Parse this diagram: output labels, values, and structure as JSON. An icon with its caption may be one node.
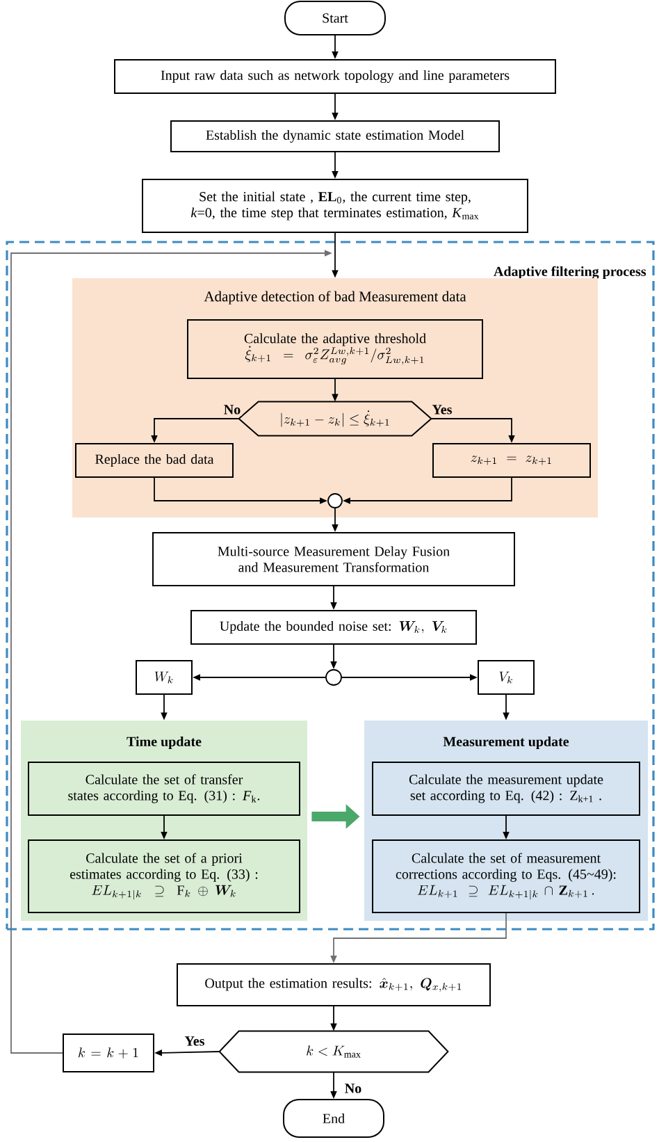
{
  "diagram": {
    "nodes": [
      {
        "text": [
          "Start"
        ]
      },
      {
        "text": [
          "Input raw data such as network topology and line parameters"
        ]
      },
      {
        "text": [
          "Establish the dynamic state estimation Model"
        ]
      },
      {
        "text": [
          "Set the initial state , **EL**$_{0}$, the current time step, *k*=0, the time step that terminates estimation, *K*$_{max}$"
        ]
      },
      {
        "text": [
          "Adaptive filtering process"
        ]
      },
      {
        "text": [
          "Adaptive detection of bad Measurement data"
        ],
        "in": 4
      },
      {
        "text": [
          "Calculate the adaptive threshold",
          "\\dot{\\xi}_{k+1}=\\sigma_{\\varepsilon}^{2}Z_{avg}^{Lw,k+1}/\\sigma_{Lw,k+1}^{2}"
        ],
        "in": 5
      },
      {
        "text": [
          "|z_{k+1}-z_{k}|\\leq\\dot{\\xi}_{k+1}"
        ],
        "in": 5
      },
      {
        "text": [
          "Replace the bad data"
        ],
        "in": 5
      },
      {
        "text": [
          "z_{k+1}=z_{k+1}"
        ],
        "in": 5
      },
      {
        "text": [],
        "shape": "circle",
        "in": 5
      },
      {
        "text": [
          "Multi-source Measurement Delay Fusion and Measurement Transformation"
        ],
        "in": 4
      },
      {
        "text": [
          "Update the bounded noise set:",
          "\\boldsymbol{W}_{k},\\ \\boldsymbol{V}_{k}"
        ],
        "in": 4
      },
      {
        "text": [],
        "shape": "circle",
        "in": 4
      },
      {
        "text": [
          "W_{k}"
        ],
        "in": 4
      },
      {
        "text": [
          "V_{k}"
        ],
        "in": 4
      },
      {
        "text": [
          "Time update"
        ],
        "in": 4
      },
      {
        "text": [
          "Calculate the set of transfer states according to Eq. (31) : *F*$_{k}$."
        ],
        "in": 16
      },
      {
        "text": [
          "Calculate the set of a priori estimates according to Eq. (33) :",
          "EL_{k+1|k}\\supseteq\\mathrm{F}_{k}\\oplus\\boldsymbol{W}_{k}"
        ],
        "in": 16
      },
      {
        "text": [
          "Measurement update"
        ],
        "in": 4
      },
      {
        "text": [
          "Calculate the measurement update set according to Eq. (42) : Z$_{k+1}$ ."
        ],
        "in": 19
      },
      {
        "text": [
          "Calculate the set of measurement corrections according to Eqs. (45~49):",
          "EL_{k+1}\\supseteq EL_{k+1|k}\\cap\\mathbf{Z}_{k+1}\\,."
        ],
        "in": 19
      },
      {
        "text": [
          "Output the estimation results:",
          "\\hat{\\boldsymbol{x}}_{k+1},\\ \\boldsymbol{Q}_{x,k+1}"
        ]
      },
      {
        "text": [
          "k<K_{\\max}"
        ]
      },
      {
        "text": [
          "k=k+1"
        ]
      },
      {
        "text": [
          "End"
        ]
      }
    ],
    "edges": [
      {
        "from": 0,
        "to": 1,
        "arrow": "to"
      },
      {
        "from": 1,
        "to": 2,
        "arrow": "to"
      },
      {
        "from": 2,
        "to": 3,
        "arrow": "to"
      },
      {
        "from": 3,
        "to": 5,
        "arrow": "to"
      },
      {
        "from": 6,
        "to": 7,
        "arrow": "to"
      },
      {
        "from": 7,
        "to": 8,
        "arrow": "to",
        "label": "No"
      },
      {
        "from": 7,
        "to": 9,
        "arrow": "to",
        "label": "Yes"
      },
      {
        "from": 8,
        "to": 10,
        "arrow": "to"
      },
      {
        "from": 9,
        "to": 10,
        "arrow": "to"
      },
      {
        "from": 10,
        "to": 11,
        "arrow": "to"
      },
      {
        "from": 11,
        "to": 12,
        "arrow": "to"
      },
      {
        "from": 12,
        "to": 13,
        "arrow": "to"
      },
      {
        "from": 13,
        "to": 14,
        "arrow": "to"
      },
      {
        "from": 13,
        "to": 15,
        "arrow": "to"
      },
      {
        "from": 14,
        "to": 16,
        "arrow": "to"
      },
      {
        "from": 15,
        "to": 19,
        "arrow": "to"
      },
      {
        "from": 17,
        "to": 18,
        "arrow": "to"
      },
      {
        "from": 16,
        "to": 19,
        "arrow": "to",
        "style": "thick",
        "color": "#4aa86a"
      },
      {
        "from": 20,
        "to": 21,
        "arrow": "to"
      },
      {
        "from": 21,
        "to": 22,
        "arrow": "to",
        "color": "#707070"
      },
      {
        "from": 22,
        "to": 23,
        "arrow": "to"
      },
      {
        "from": 23,
        "to": 24,
        "arrow": "to",
        "label": "Yes"
      },
      {
        "from": 23,
        "to": 25,
        "arrow": "to",
        "label": "No"
      },
      {
        "from": 24,
        "to": 4,
        "arrow": "to",
        "color": "#707070"
      }
    ]
  }
}
